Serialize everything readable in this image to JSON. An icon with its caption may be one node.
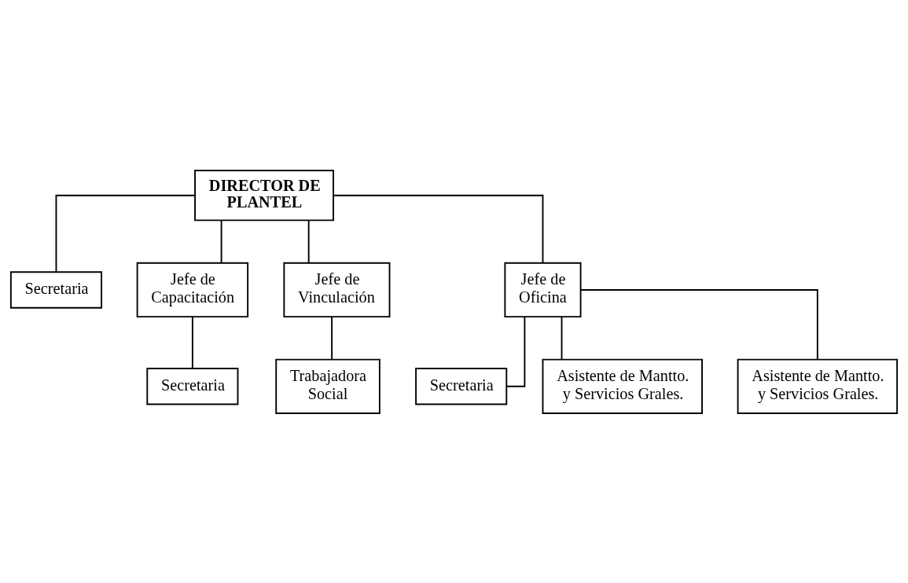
{
  "diagram": {
    "nodes": [
      {
        "text": [
          "DIRECTOR DE PLANTEL"
        ]
      },
      {
        "text": [
          "Secretaria"
        ]
      },
      {
        "text": [
          "Jefe de Capacitación"
        ]
      },
      {
        "text": [
          "Jefe de Vinculación"
        ]
      },
      {
        "text": [
          "Jefe de Oficina"
        ]
      },
      {
        "text": [
          "Secretaria"
        ]
      },
      {
        "text": [
          "Trabajadora Social"
        ]
      },
      {
        "text": [
          "Secretaria"
        ]
      },
      {
        "text": [
          "Asistente de Mantto. y Servicios Grales."
        ]
      },
      {
        "text": [
          "Asistente de Mantto. y Servicios Grales."
        ]
      }
    ],
    "edges": [
      {
        "from": 0,
        "to": 1,
        "arrow": "none"
      },
      {
        "from": 0,
        "to": 2,
        "arrow": "none"
      },
      {
        "from": 0,
        "to": 3,
        "arrow": "none"
      },
      {
        "from": 0,
        "to": 4,
        "arrow": "none"
      },
      {
        "from": 2,
        "to": 5,
        "arrow": "none"
      },
      {
        "from": 3,
        "to": 6,
        "arrow": "none"
      },
      {
        "from": 4,
        "to": 7,
        "arrow": "none"
      },
      {
        "from": 4,
        "to": 8,
        "arrow": "none"
      },
      {
        "from": 4,
        "to": 9,
        "arrow": "none"
      }
    ]
  }
}
